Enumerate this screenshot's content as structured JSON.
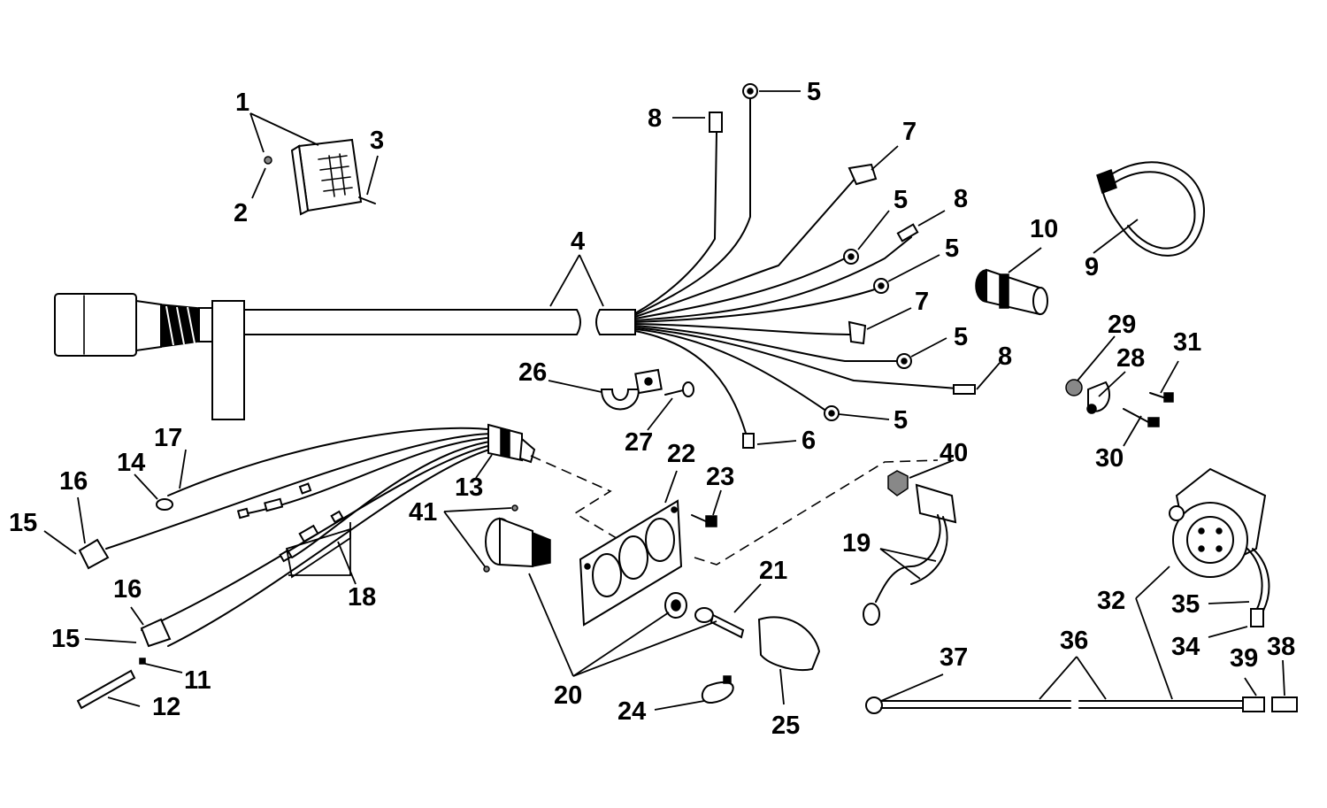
{
  "callouts": {
    "c1": "1",
    "c2": "2",
    "c3": "3",
    "c4": "4",
    "c5a": "5",
    "c5b": "5",
    "c5c": "5",
    "c5d": "5",
    "c5e": "5",
    "c6": "6",
    "c7a": "7",
    "c7b": "7",
    "c8a": "8",
    "c8b": "8",
    "c8c": "8",
    "c9": "9",
    "c10": "10",
    "c11": "11",
    "c12": "12",
    "c13": "13",
    "c14": "14",
    "c15a": "15",
    "c15b": "15",
    "c16a": "16",
    "c16b": "16",
    "c17": "17",
    "c18": "18",
    "c19": "19",
    "c20": "20",
    "c21": "21",
    "c22": "22",
    "c23": "23",
    "c24": "24",
    "c25": "25",
    "c26": "26",
    "c27": "27",
    "c28": "28",
    "c29": "29",
    "c30": "30",
    "c31": "31",
    "c32": "32",
    "c34": "34",
    "c35": "35",
    "c36": "36",
    "c37": "37",
    "c38": "38",
    "c39": "39",
    "c40": "40",
    "c41": "41"
  }
}
